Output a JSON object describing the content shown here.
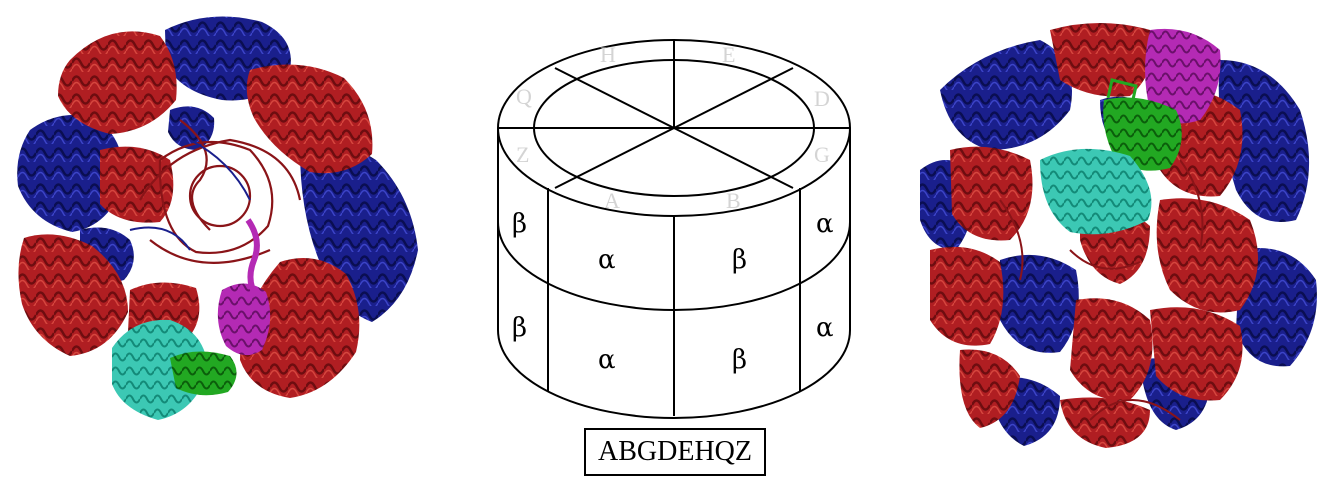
{
  "ring_letters": {
    "H": "H",
    "E": "E",
    "Q": "Q",
    "D": "D",
    "Z": "Z",
    "G": "G",
    "A": "A",
    "B": "B"
  },
  "subunits": {
    "alpha": "α",
    "beta": "β"
  },
  "caption": "ABGDEHQZ",
  "colors": {
    "alpha_subunit": "#b01e22",
    "beta_subunit": "#1a1f8c",
    "highlight_cyan": "#3cc8b4",
    "highlight_green": "#1e9e1e",
    "highlight_magenta": "#b42ab4",
    "ring_letter": "#d4d4d4",
    "lines": "#000000"
  }
}
